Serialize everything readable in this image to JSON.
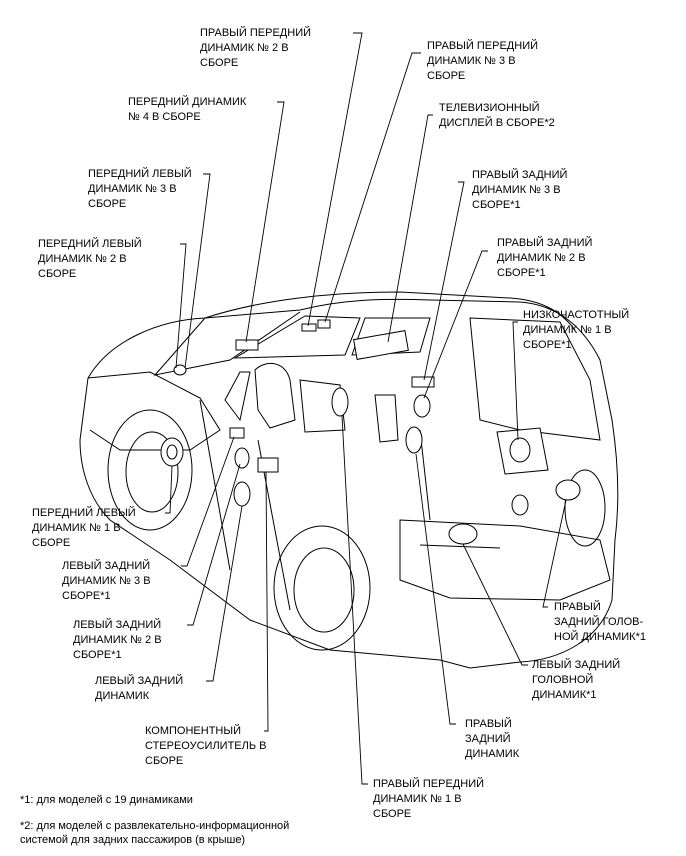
{
  "labels": {
    "front_right_2": "ПРАВЫЙ ПЕРЕДНИЙ\nДИНАМИК № 2 В\nСБОРЕ",
    "front_right_3": "ПРАВЫЙ ПЕРЕДНИЙ\nДИНАМИК № 3 В\nСБОРЕ",
    "front_4": "ПЕРЕДНИЙ ДИНАМИК\n№ 4 В СБОРЕ",
    "tv_display": "ТЕЛЕВИЗИОННЫЙ\nДИСПЛЕЙ В СБОРЕ*2",
    "front_left_3": "ПЕРЕДНИЙ ЛЕВЫЙ\nДИНАМИК № 3 В\nСБОРЕ",
    "rear_right_3": "ПРАВЫЙ ЗАДНИЙ\nДИНАМИК № 3 В\nСБОРЕ*1",
    "front_left_2": "ПЕРЕДНИЙ ЛЕВЫЙ\nДИНАМИК № 2 В\nСБОРЕ",
    "rear_right_2": "ПРАВЫЙ ЗАДНИЙ\nДИНАМИК № 2 В\nСБОРЕ*1",
    "subwoofer": "НИЗКОЧАСТОТНЫЙ\nДИНАМИК № 1 В\nСБОРЕ*1",
    "front_left_1": "ПЕРЕДНИЙ ЛЕВЫЙ\nДИНАМИК № 1 В\nСБОРЕ",
    "rear_left_3": "ЛЕВЫЙ ЗАДНИЙ\nДИНАМИК № 3 В\nСБОРЕ*1",
    "rear_left_2": "ЛЕВЫЙ ЗАДНИЙ\nДИНАМИК № 2 В\nСБОРЕ*1",
    "rear_left": "ЛЕВЫЙ ЗАДНИЙ\nДИНАМИК",
    "amplifier": "КОМПОНЕНТНЫЙ\nСТЕРЕОУСИЛИТЕЛЬ В\nСБОРЕ",
    "rear_right_head": "ПРАВЫЙ\nЗАДНИЙ ГОЛОВ-\nНОЙ ДИНАМИК*1",
    "rear_left_head": "ЛЕВЫЙ ЗАДНИЙ\nГОЛОВНОЙ\nДИНАМИК*1",
    "rear_right": "ПРАВЫЙ\nЗАДНИЙ\nДИНАМИК",
    "front_right_1": "ПРАВЫЙ ПЕРЕДНИЙ\nДИНАМИК № 1 В\nСБОРЕ"
  },
  "footnotes": {
    "note1": "*1: для моделей с 19 динамиками",
    "note2": "*2: для моделей с развлекательно-информационной\nсистемой для задних пассажиров (в крыше)"
  }
}
